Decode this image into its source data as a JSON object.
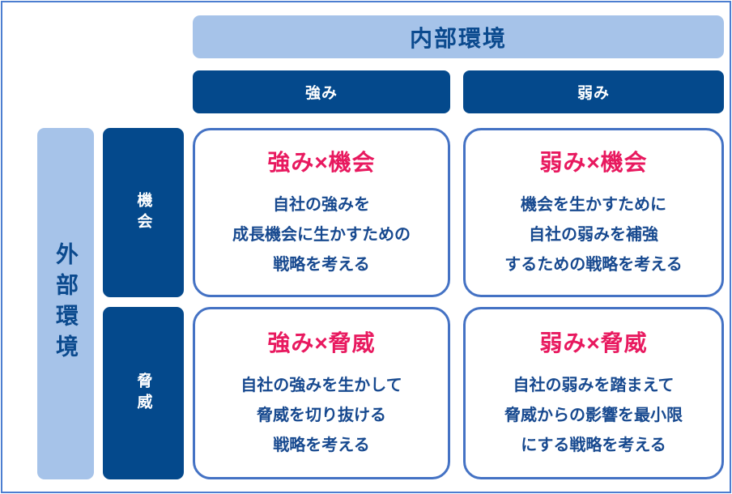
{
  "diagram": {
    "type": "swot-matrix",
    "colors": {
      "light_blue_header": "#a6c3e9",
      "navy_header": "#04498c",
      "header_text_navy": "#0b4a8e",
      "quadrant_title_pink": "#e8195f",
      "quadrant_body_navy": "#17498f",
      "quadrant_border_blue": "#4472c4",
      "outer_frame_blue": "#4c7ed0"
    },
    "headers": {
      "internal": "内部環境",
      "external": "外部環境",
      "strengths": "強み",
      "weaknesses": "弱み",
      "opportunities": "機会",
      "threats": "脅威"
    },
    "quadrants": [
      {
        "id": "strengths-opportunities",
        "title": "強み×機会",
        "body": "自社の強みを\n成長機会に生かすための\n戦略を考える"
      },
      {
        "id": "weaknesses-opportunities",
        "title": "弱み×機会",
        "body": "機会を生かすために\n自社の弱みを補強\nするための戦略を考える"
      },
      {
        "id": "strengths-threats",
        "title": "強み×脅威",
        "body": "自社の強みを生かして\n脅威を切り抜ける\n戦略を考える"
      },
      {
        "id": "weaknesses-threats",
        "title": "弱み×脅威",
        "body": "自社の弱みを踏まえて\n脅威からの影響を最小限\nにする戦略を考える"
      }
    ]
  }
}
